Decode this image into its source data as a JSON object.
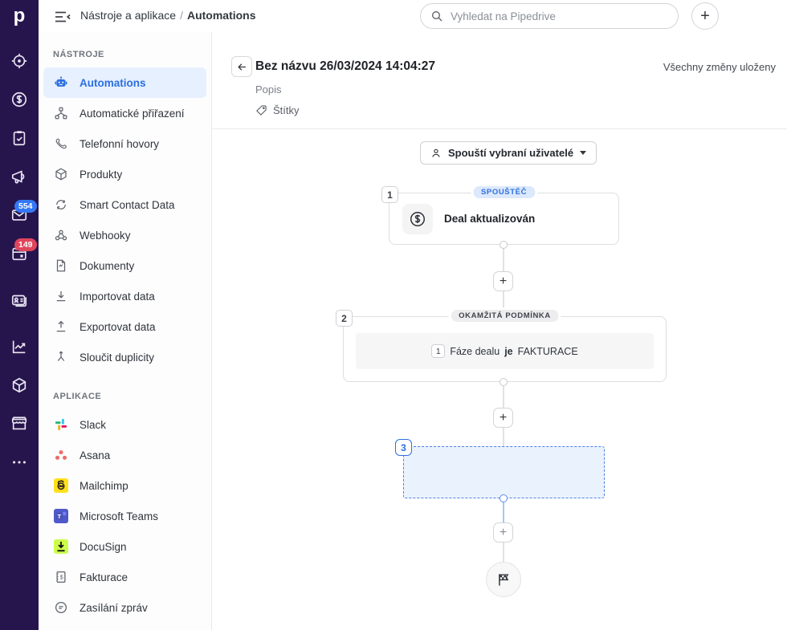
{
  "topbar": {
    "breadcrumb": {
      "parent": "Nástroje a aplikace",
      "separator": "/",
      "current": "Automations"
    },
    "search_placeholder": "Vyhledat na Pipedrive",
    "add_label": "+"
  },
  "rail": {
    "logo": "p",
    "badges": {
      "mail": "554",
      "calendar": "149"
    },
    "items": [
      "leads",
      "deals",
      "tasks",
      "campaigns",
      "mail",
      "calendar",
      "contacts",
      "insights",
      "products",
      "marketplace",
      "more"
    ]
  },
  "sidebar": {
    "sections": [
      {
        "title": "NÁSTROJE",
        "items": [
          {
            "label": "Automations",
            "active": true
          },
          {
            "label": "Automatické přiřazení"
          },
          {
            "label": "Telefonní hovory"
          },
          {
            "label": "Produkty"
          },
          {
            "label": "Smart Contact Data"
          },
          {
            "label": "Webhooky"
          },
          {
            "label": "Dokumenty"
          },
          {
            "label": "Importovat data"
          },
          {
            "label": "Exportovat data"
          },
          {
            "label": "Sloučit duplicity"
          }
        ]
      },
      {
        "title": "APLIKACE",
        "items": [
          {
            "label": "Slack"
          },
          {
            "label": "Asana"
          },
          {
            "label": "Mailchimp"
          },
          {
            "label": "Microsoft Teams"
          },
          {
            "label": "DocuSign"
          },
          {
            "label": "Fakturace"
          },
          {
            "label": "Zasílání zpráv"
          }
        ]
      }
    ]
  },
  "header": {
    "title": "Bez názvu 26/03/2024 14:04:27",
    "description_placeholder": "Popis",
    "labels_placeholder": "Štítky",
    "save_status": "Všechny změny uloženy"
  },
  "canvas": {
    "trigger_user_button": "Spouští vybraní uživatelé",
    "add_label": "+",
    "nodes": [
      {
        "number": "1",
        "badge": "SPOUŠTĚČ",
        "title": "Deal aktualizován"
      },
      {
        "number": "2",
        "badge": "OKAMŽITÁ PODMÍNKA",
        "condition": {
          "index": "1",
          "field": "Fáze dealu",
          "operator": "je",
          "value": "FAKTURACE"
        }
      },
      {
        "number": "3"
      }
    ]
  },
  "colors": {
    "rail_background": "#26154d",
    "accent_blue": "#2b6fe0",
    "active_item_background": "#e7f0fe",
    "mail_badge": "#3478f6",
    "calendar_badge": "#e0455c",
    "selected_node_border": "#4f83e4"
  }
}
